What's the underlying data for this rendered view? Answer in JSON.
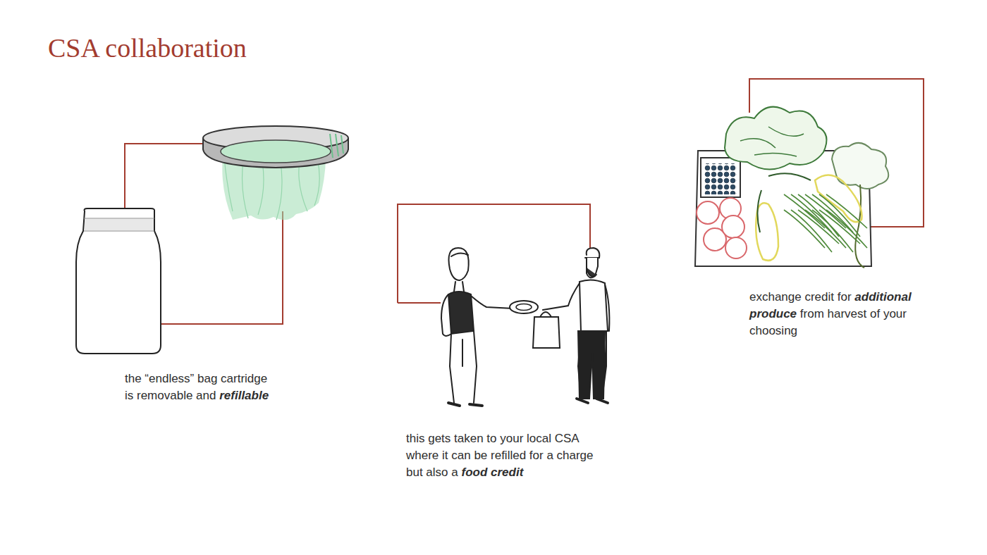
{
  "diagram": {
    "title": "CSA collaboration",
    "labels": [
      "the “endless” bag cartridge is removable and",
      "refillable",
      "this gets taken to your local CSA where it can be refilled for a charge but also a",
      "food credit",
      "exchange credit for",
      "additional produce",
      "from harvest of your choosing"
    ]
  }
}
